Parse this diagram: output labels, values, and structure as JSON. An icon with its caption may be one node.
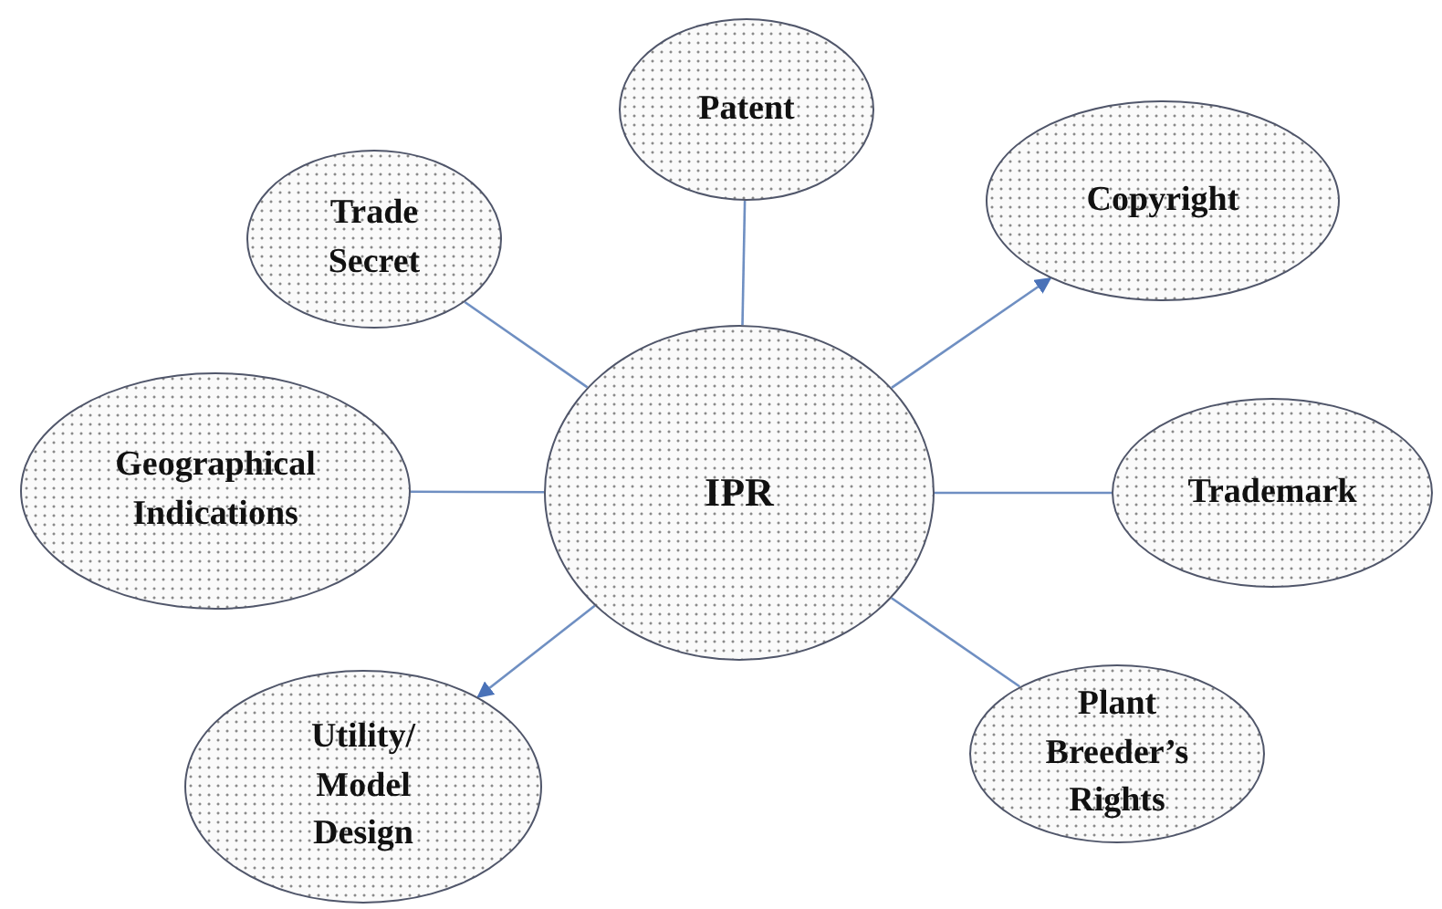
{
  "diagram": {
    "nodes": [
      {
        "text": [
          "Patent"
        ]
      },
      {
        "text": [
          "Copyright"
        ]
      },
      {
        "text": [
          "Trade Secret"
        ]
      },
      {
        "text": [
          "Geographical Indications"
        ]
      },
      {
        "text": [
          "IPR"
        ]
      },
      {
        "text": [
          "Trademark"
        ]
      },
      {
        "text": [
          "Plant Breeder’s Rights"
        ]
      },
      {
        "text": [
          "Utility/ Model Design"
        ]
      }
    ],
    "edges": [
      {
        "from": 4,
        "to": 0,
        "arrow": "none"
      },
      {
        "from": 4,
        "to": 1,
        "arrow": "to"
      },
      {
        "from": 4,
        "to": 2,
        "arrow": "none"
      },
      {
        "from": 4,
        "to": 3,
        "arrow": "none"
      },
      {
        "from": 4,
        "to": 5,
        "arrow": "none"
      },
      {
        "from": 4,
        "to": 6,
        "arrow": "none"
      },
      {
        "from": 4,
        "to": 7,
        "arrow": "to"
      }
    ]
  }
}
